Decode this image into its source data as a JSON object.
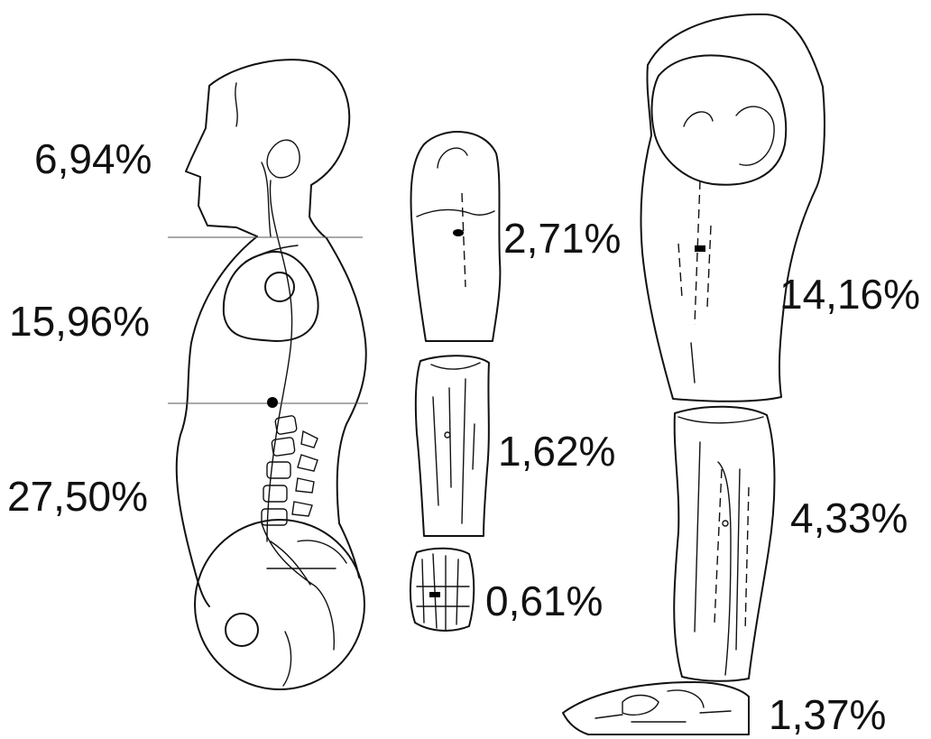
{
  "segments": {
    "head_neck": {
      "percent": "6,94%"
    },
    "thorax": {
      "percent": "15,96%"
    },
    "abdomen_pelvis": {
      "percent": "27,50%"
    },
    "upper_arm": {
      "percent": "2,71%"
    },
    "forearm": {
      "percent": "1,62%"
    },
    "hand": {
      "percent": "0,61%"
    },
    "thigh": {
      "percent": "14,16%"
    },
    "shank": {
      "percent": "4,33%"
    },
    "foot": {
      "percent": "1,37%"
    }
  },
  "colors": {
    "line": "#111111",
    "background": "#ffffff"
  }
}
